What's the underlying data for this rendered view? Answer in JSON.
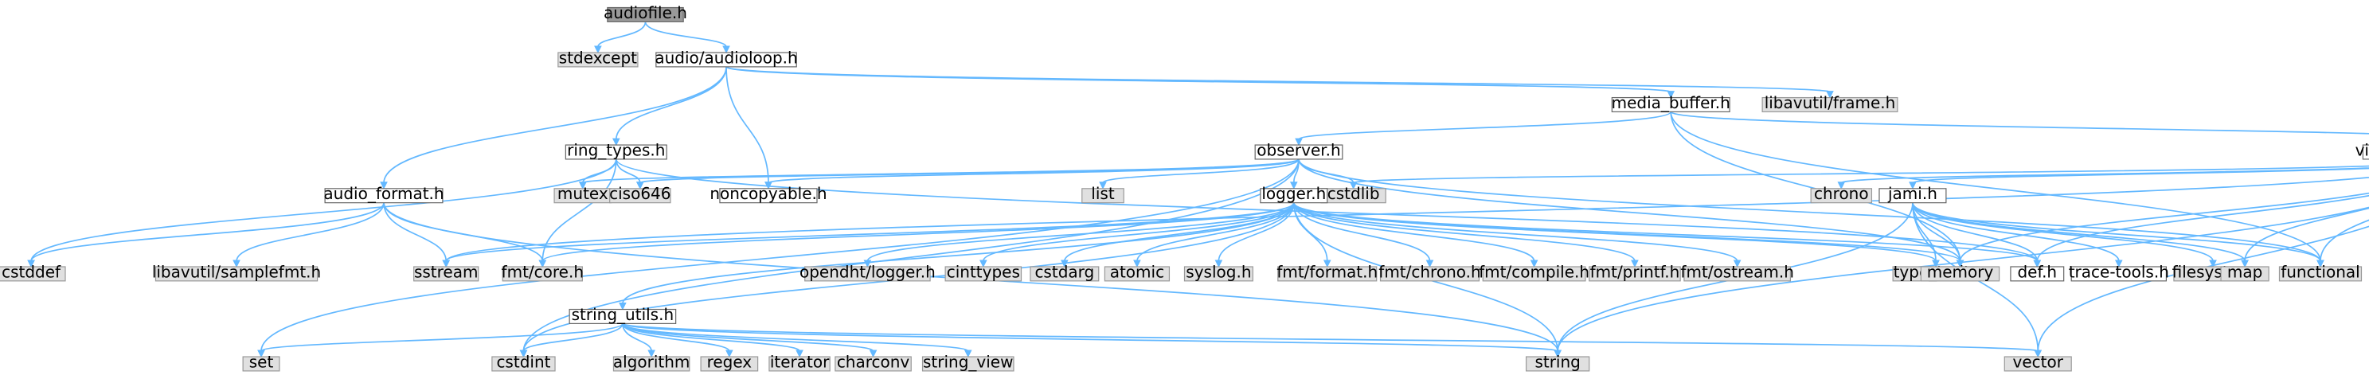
{
  "diagram": {
    "title": "",
    "nodes": [
      {
        "id": "audiofile_h",
        "label": "audiofile.h",
        "kind": "root"
      },
      {
        "id": "stdexcept",
        "label": "stdexcept",
        "kind": "system"
      },
      {
        "id": "audioloop_h",
        "label": "audio/audioloop.h",
        "kind": "local"
      },
      {
        "id": "media_buffer_h",
        "label": "media_buffer.h",
        "kind": "local"
      },
      {
        "id": "libavutil_frame_h",
        "label": "libavutil/frame.h",
        "kind": "system"
      },
      {
        "id": "ring_types_h",
        "label": "ring_types.h",
        "kind": "local"
      },
      {
        "id": "observer_h",
        "label": "observer.h",
        "kind": "local"
      },
      {
        "id": "videomanager_interface_h",
        "label": "videomanager_interface.h",
        "kind": "local"
      },
      {
        "id": "audio_format_h",
        "label": "audio_format.h",
        "kind": "local"
      },
      {
        "id": "mutex",
        "label": "mutex",
        "kind": "system"
      },
      {
        "id": "ciso646",
        "label": "ciso646",
        "kind": "system"
      },
      {
        "id": "noncopyable_h",
        "label": "noncopyable.h",
        "kind": "local"
      },
      {
        "id": "list",
        "label": "list",
        "kind": "system"
      },
      {
        "id": "cstdlib",
        "label": "cstdlib",
        "kind": "system"
      },
      {
        "id": "chrono",
        "label": "chrono",
        "kind": "system"
      },
      {
        "id": "jami_h",
        "label": "jami.h",
        "kind": "local"
      },
      {
        "id": "logger_h",
        "label": "logger.h",
        "kind": "local"
      },
      {
        "id": "cstddef",
        "label": "cstddef",
        "kind": "system"
      },
      {
        "id": "libavutil_samplefmt_h",
        "label": "libavutil/samplefmt.h",
        "kind": "system"
      },
      {
        "id": "sstream",
        "label": "sstream",
        "kind": "system"
      },
      {
        "id": "fmt_core_h",
        "label": "fmt/core.h",
        "kind": "system"
      },
      {
        "id": "opendht_logger_h",
        "label": "opendht/logger.h",
        "kind": "system"
      },
      {
        "id": "cinttypes",
        "label": "cinttypes",
        "kind": "system"
      },
      {
        "id": "cstdarg",
        "label": "cstdarg",
        "kind": "system"
      },
      {
        "id": "atomic",
        "label": "atomic",
        "kind": "system"
      },
      {
        "id": "syslog_h",
        "label": "syslog.h",
        "kind": "system"
      },
      {
        "id": "fmt_format_h",
        "label": "fmt/format.h",
        "kind": "system"
      },
      {
        "id": "fmt_chrono_h",
        "label": "fmt/chrono.h",
        "kind": "system"
      },
      {
        "id": "fmt_compile_h",
        "label": "fmt/compile.h",
        "kind": "system"
      },
      {
        "id": "fmt_printf_h",
        "label": "fmt/printf.h",
        "kind": "system"
      },
      {
        "id": "fmt_ostream_h",
        "label": "fmt/ostream.h",
        "kind": "system"
      },
      {
        "id": "type_traits",
        "label": "type_traits",
        "kind": "system"
      },
      {
        "id": "memory",
        "label": "memory",
        "kind": "system"
      },
      {
        "id": "def_h",
        "label": "def.h",
        "kind": "local"
      },
      {
        "id": "trace_tools_h",
        "label": "trace-tools.h",
        "kind": "local"
      },
      {
        "id": "filesystem",
        "label": "filesystem",
        "kind": "system"
      },
      {
        "id": "map",
        "label": "map",
        "kind": "system"
      },
      {
        "id": "functional",
        "label": "functional",
        "kind": "system"
      },
      {
        "id": "string_utils_h",
        "label": "string_utils.h",
        "kind": "local"
      },
      {
        "id": "set",
        "label": "set",
        "kind": "system"
      },
      {
        "id": "cstdint",
        "label": "cstdint",
        "kind": "system"
      },
      {
        "id": "algorithm",
        "label": "algorithm",
        "kind": "system"
      },
      {
        "id": "regex",
        "label": "regex",
        "kind": "system"
      },
      {
        "id": "iterator",
        "label": "iterator",
        "kind": "system"
      },
      {
        "id": "charconv",
        "label": "charconv",
        "kind": "system"
      },
      {
        "id": "string_view",
        "label": "string_view",
        "kind": "system"
      },
      {
        "id": "string",
        "label": "string",
        "kind": "system"
      },
      {
        "id": "vector",
        "label": "vector",
        "kind": "system"
      }
    ],
    "edges": [
      [
        "audiofile_h",
        "stdexcept"
      ],
      [
        "audiofile_h",
        "audioloop_h"
      ],
      [
        "audioloop_h",
        "media_buffer_h"
      ],
      [
        "audioloop_h",
        "libavutil_frame_h"
      ],
      [
        "audioloop_h",
        "ring_types_h"
      ],
      [
        "audioloop_h",
        "noncopyable_h"
      ],
      [
        "audioloop_h",
        "audio_format_h"
      ],
      [
        "media_buffer_h",
        "observer_h"
      ],
      [
        "media_buffer_h",
        "videomanager_interface_h"
      ],
      [
        "media_buffer_h",
        "memory"
      ],
      [
        "media_buffer_h",
        "functional"
      ],
      [
        "ring_types_h",
        "cstddef"
      ],
      [
        "ring_types_h",
        "mutex"
      ],
      [
        "ring_types_h",
        "ciso646"
      ],
      [
        "ring_types_h",
        "def_h"
      ],
      [
        "ring_types_h",
        "fmt_core_h"
      ],
      [
        "observer_h",
        "mutex"
      ],
      [
        "observer_h",
        "ciso646"
      ],
      [
        "observer_h",
        "noncopyable_h"
      ],
      [
        "observer_h",
        "list"
      ],
      [
        "observer_h",
        "cstdlib"
      ],
      [
        "observer_h",
        "logger_h"
      ],
      [
        "observer_h",
        "memory"
      ],
      [
        "observer_h",
        "functional"
      ],
      [
        "observer_h",
        "set"
      ],
      [
        "observer_h",
        "cstdint"
      ],
      [
        "videomanager_interface_h",
        "def_h"
      ],
      [
        "videomanager_interface_h",
        "jami_h"
      ],
      [
        "videomanager_interface_h",
        "cstdlib"
      ],
      [
        "videomanager_interface_h",
        "chrono"
      ],
      [
        "videomanager_interface_h",
        "memory"
      ],
      [
        "videomanager_interface_h",
        "map"
      ],
      [
        "videomanager_interface_h",
        "functional"
      ],
      [
        "videomanager_interface_h",
        "string"
      ],
      [
        "videomanager_interface_h",
        "vector"
      ],
      [
        "videomanager_interface_h",
        "sstream"
      ],
      [
        "audio_format_h",
        "cstddef"
      ],
      [
        "audio_format_h",
        "libavutil_samplefmt_h"
      ],
      [
        "audio_format_h",
        "sstream"
      ],
      [
        "audio_format_h",
        "fmt_core_h"
      ],
      [
        "audio_format_h",
        "string"
      ],
      [
        "jami_h",
        "def_h"
      ],
      [
        "jami_h",
        "memory"
      ],
      [
        "jami_h",
        "string"
      ],
      [
        "jami_h",
        "vector"
      ],
      [
        "jami_h",
        "map"
      ],
      [
        "jami_h",
        "functional"
      ],
      [
        "jami_h",
        "trace_tools_h"
      ],
      [
        "jami_h",
        "filesystem"
      ],
      [
        "jami_h",
        "type_traits"
      ],
      [
        "logger_h",
        "opendht_logger_h"
      ],
      [
        "logger_h",
        "cinttypes"
      ],
      [
        "logger_h",
        "cstdarg"
      ],
      [
        "logger_h",
        "atomic"
      ],
      [
        "logger_h",
        "syslog_h"
      ],
      [
        "logger_h",
        "fmt_format_h"
      ],
      [
        "logger_h",
        "fmt_chrono_h"
      ],
      [
        "logger_h",
        "fmt_compile_h"
      ],
      [
        "logger_h",
        "fmt_printf_h"
      ],
      [
        "logger_h",
        "fmt_ostream_h"
      ],
      [
        "logger_h",
        "type_traits"
      ],
      [
        "logger_h",
        "memory"
      ],
      [
        "logger_h",
        "def_h"
      ],
      [
        "logger_h",
        "string"
      ],
      [
        "logger_h",
        "fmt_core_h"
      ],
      [
        "logger_h",
        "sstream"
      ],
      [
        "logger_h",
        "string_utils_h"
      ],
      [
        "logger_h",
        "cstdint"
      ],
      [
        "string_utils_h",
        "set"
      ],
      [
        "string_utils_h",
        "cstdint"
      ],
      [
        "string_utils_h",
        "algorithm"
      ],
      [
        "string_utils_h",
        "regex"
      ],
      [
        "string_utils_h",
        "iterator"
      ],
      [
        "string_utils_h",
        "charconv"
      ],
      [
        "string_utils_h",
        "string_view"
      ],
      [
        "string_utils_h",
        "string"
      ],
      [
        "string_utils_h",
        "vector"
      ]
    ]
  }
}
